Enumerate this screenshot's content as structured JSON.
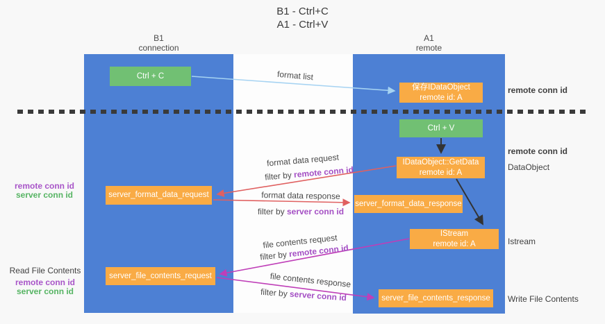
{
  "title": {
    "line1": "B1 - Ctrl+C",
    "line2": "A1 - Ctrl+V"
  },
  "columns": {
    "left": {
      "name": "B1",
      "role": "connection"
    },
    "right": {
      "name": "A1",
      "role": "remote"
    }
  },
  "nodes": {
    "ctrl_c": "Ctrl + C",
    "ctrl_v": "Ctrl + V",
    "save_idataobject": {
      "line1": "保存IDataObject",
      "line2": "remote id: A"
    },
    "getdata": {
      "line1": "IDataObject::GetData",
      "line2": "remote id: A"
    },
    "istream": {
      "line1": "IStream",
      "line2": "remote id: A"
    },
    "format_request": "server_format_data_request",
    "format_response": "server_format_data_response",
    "file_request": "server_file_contents_request",
    "file_response": "server_file_contents_response"
  },
  "arrow_labels": {
    "format_list": "format list",
    "format_data_request": "format data request",
    "format_data_response": "format data response",
    "file_contents_request": "file contents request",
    "file_contents_response": "file contents response",
    "filter_by": "filter by ",
    "remote_conn_id": "remote conn id",
    "server_conn_id": "server conn id"
  },
  "side_labels": {
    "remote_conn_id": "remote conn id",
    "server_conn_id": "server conn id",
    "dataobject": "DataObject",
    "istream": "Istream",
    "read_file_contents": "Read File Contents",
    "write_file_contents": "Write File Contents"
  },
  "colors": {
    "lifeline_blue": "#4d80d4",
    "box_green": "#71c073",
    "box_orange": "#f9ab45",
    "arrow_light_blue": "#a6d3f2",
    "arrow_black": "#333333",
    "arrow_salmon": "#e06060",
    "arrow_magenta": "#bf3eb8",
    "text_purple": "#a44fc4",
    "text_green": "#56b463"
  }
}
